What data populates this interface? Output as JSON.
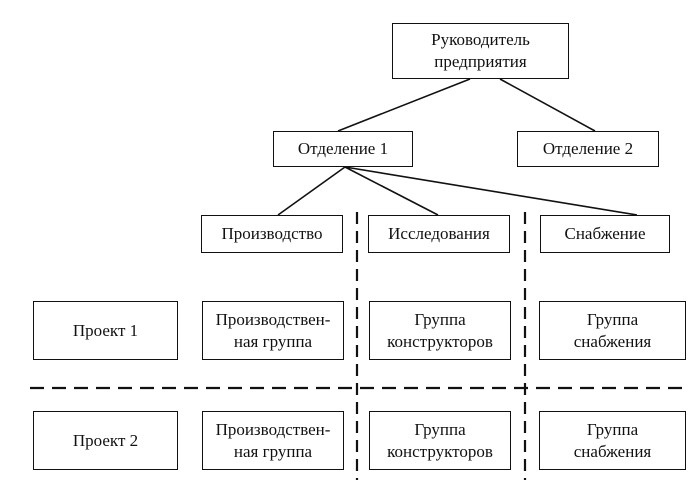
{
  "nodes": {
    "head": [
      "Руководитель",
      "предприятия"
    ],
    "dept1": [
      "Отделение 1"
    ],
    "dept2": [
      "Отделение 2"
    ],
    "production": [
      "Производство"
    ],
    "research": [
      "Исследования"
    ],
    "supply": [
      "Снабжение"
    ],
    "project1": [
      "Проект 1"
    ],
    "project2": [
      "Проект 2"
    ],
    "p1_production": [
      "Производствен-",
      "ная группа"
    ],
    "p1_research": [
      "Группа",
      "конструкторов"
    ],
    "p1_supply": [
      "Группа",
      "снабжения"
    ],
    "p2_production": [
      "Производствен-",
      "ная группа"
    ],
    "p2_research": [
      "Группа",
      "конструкторов"
    ],
    "p2_supply": [
      "Группа",
      "снабжения"
    ]
  },
  "edges": [
    [
      "head",
      "dept1"
    ],
    [
      "head",
      "dept2"
    ],
    [
      "dept1",
      "production"
    ],
    [
      "dept1",
      "research"
    ],
    [
      "dept1",
      "supply"
    ]
  ]
}
